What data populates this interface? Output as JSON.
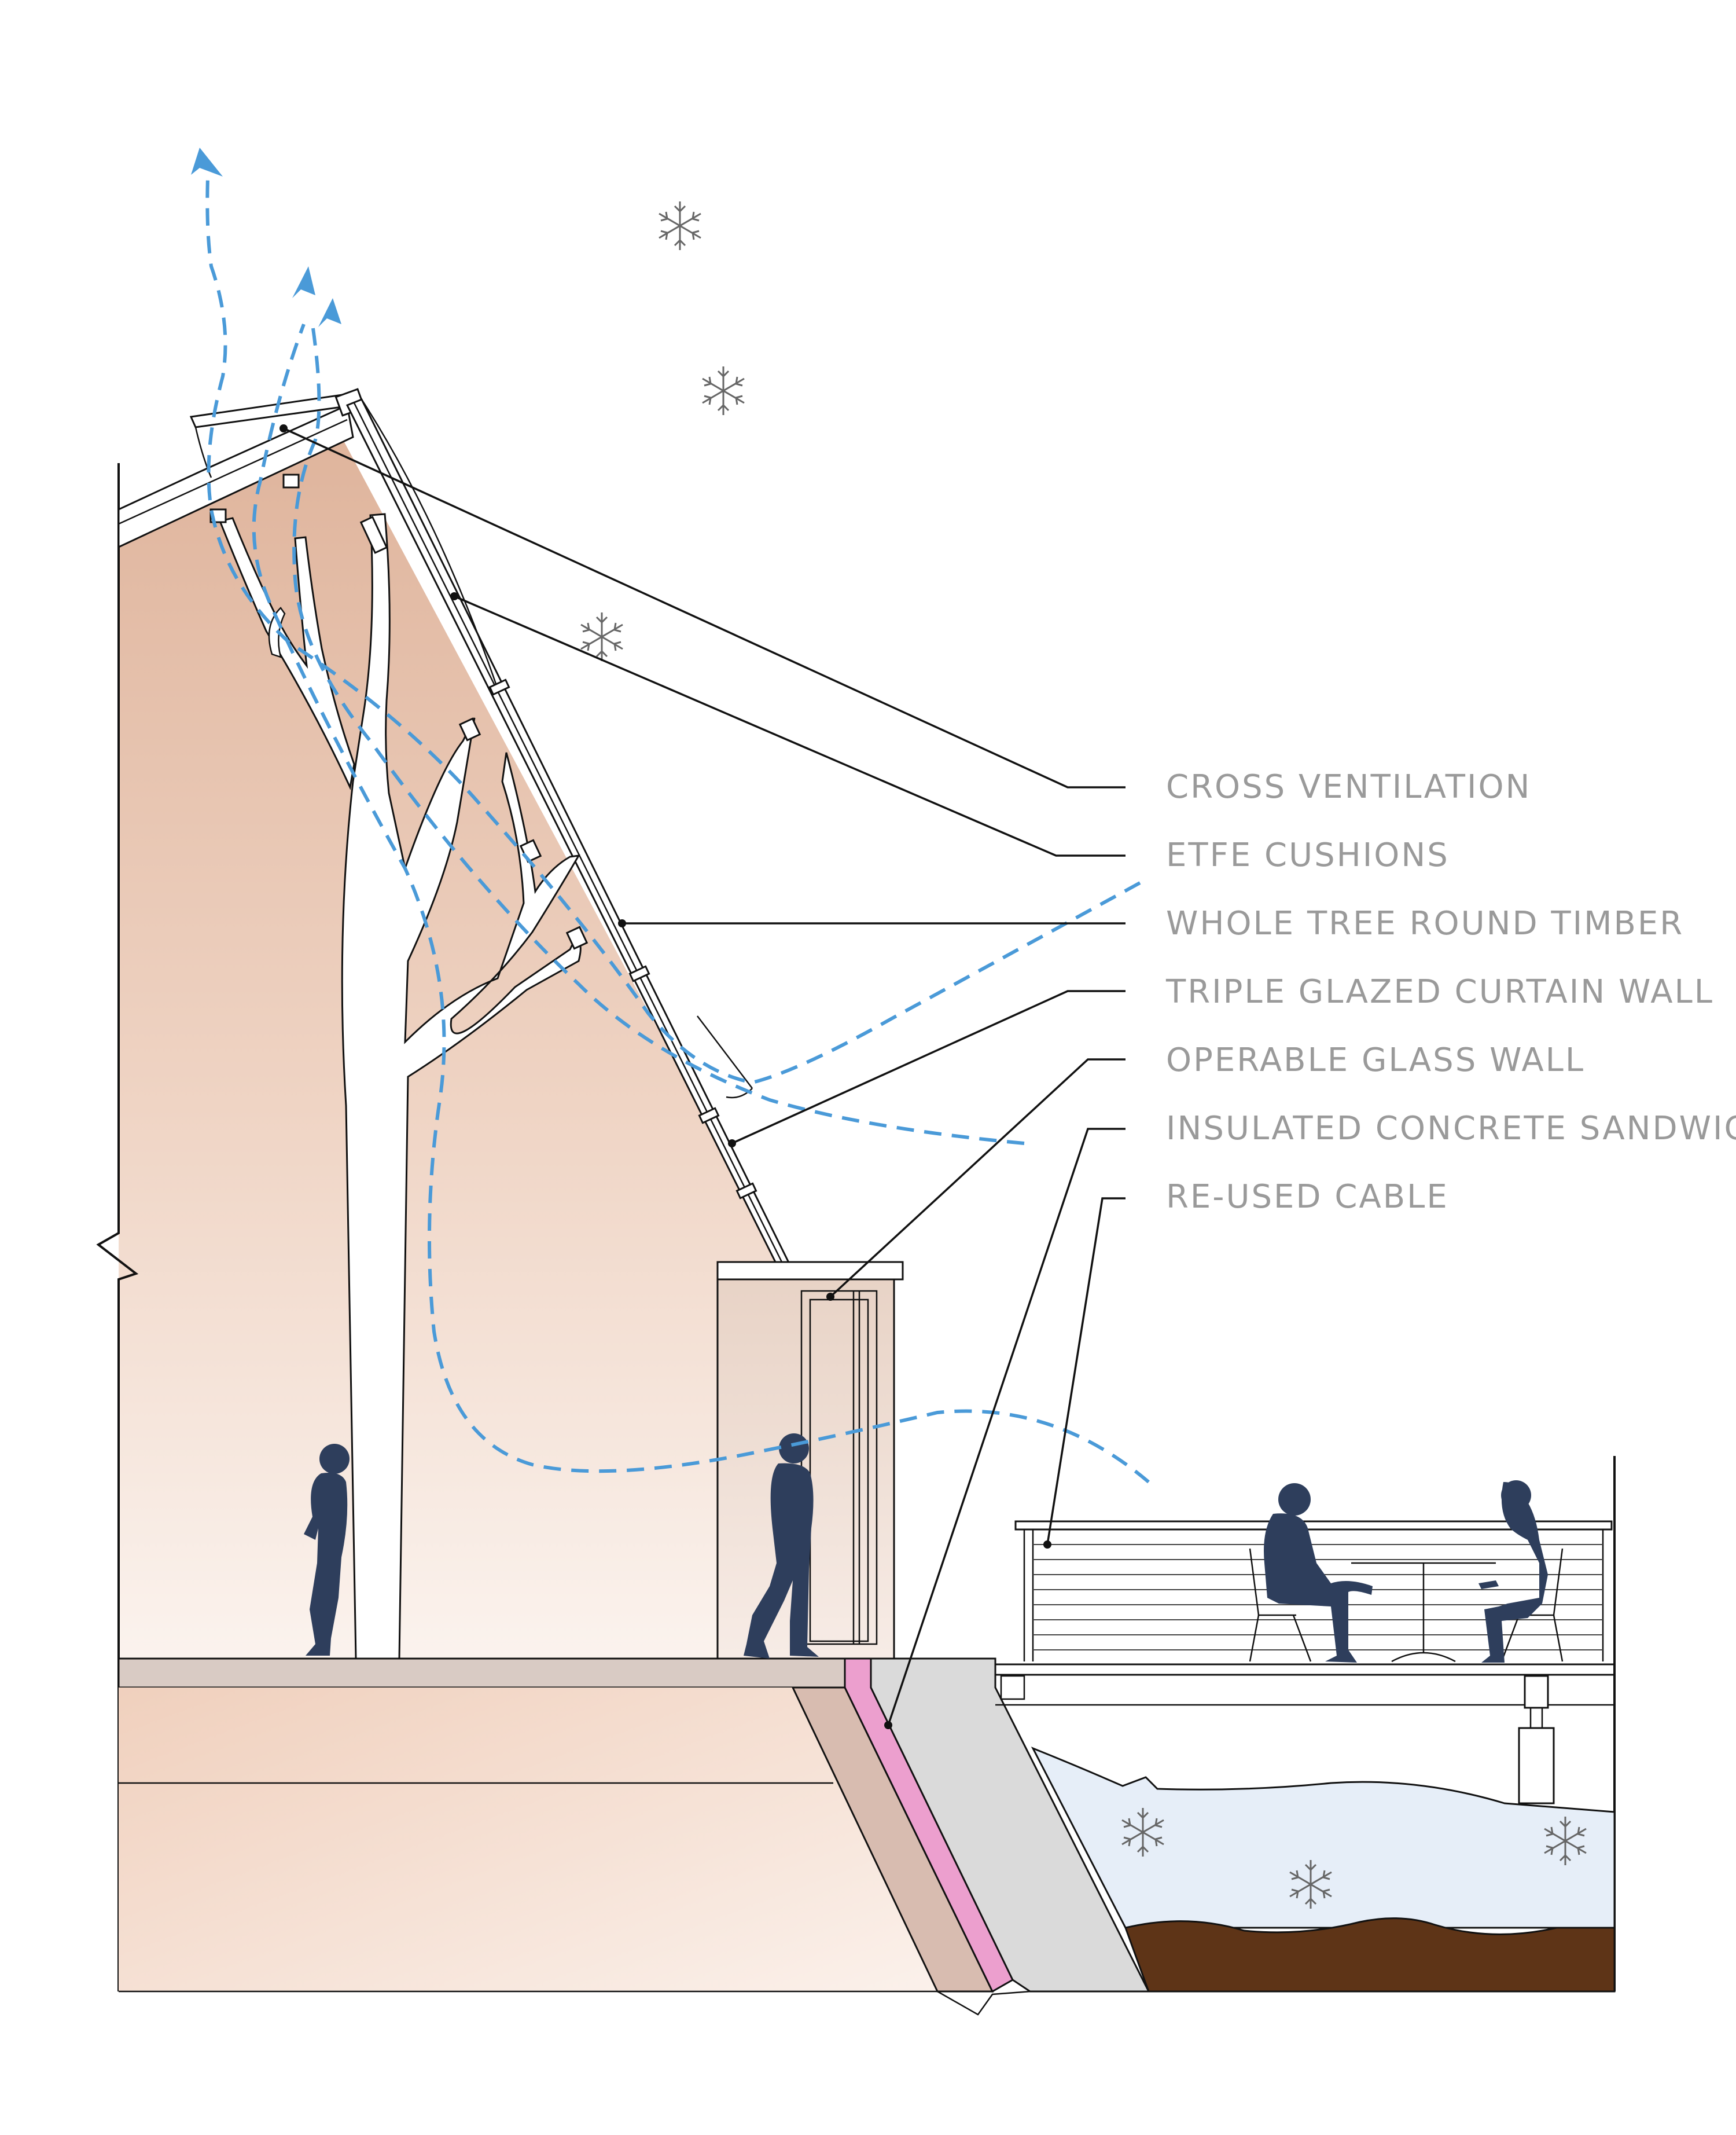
{
  "labels": [
    {
      "id": "cross-ventilation",
      "text": "CROSS VENTILATION"
    },
    {
      "id": "etfe-cushions",
      "text": "ETFE CUSHIONS"
    },
    {
      "id": "whole-tree-round-timber",
      "text": "WHOLE TREE ROUND TIMBER"
    },
    {
      "id": "triple-glazed-curtain-wall",
      "text": "TRIPLE GLAZED CURTAIN WALL"
    },
    {
      "id": "operable-glass-wall",
      "text": "OPERABLE GLASS WALL"
    },
    {
      "id": "insulated-concrete-sandwich",
      "text": "INSULATED CONCRETE SANDWICH"
    },
    {
      "id": "re-used-cable",
      "text": "RE-USED CABLE"
    }
  ],
  "colors": {
    "interior_warm": "#e8c3ad",
    "airflow": "#4a9ad8",
    "people": "#2e3e5c",
    "insulation": "#ec9fce",
    "concrete": "#dadada",
    "ice_water": "#e6eef8",
    "soil": "#5e3417",
    "label_text": "#9a9a9a"
  },
  "icons": [
    "snowflake-icon",
    "airflow-arrow-icon",
    "person-silhouette-icon"
  ]
}
